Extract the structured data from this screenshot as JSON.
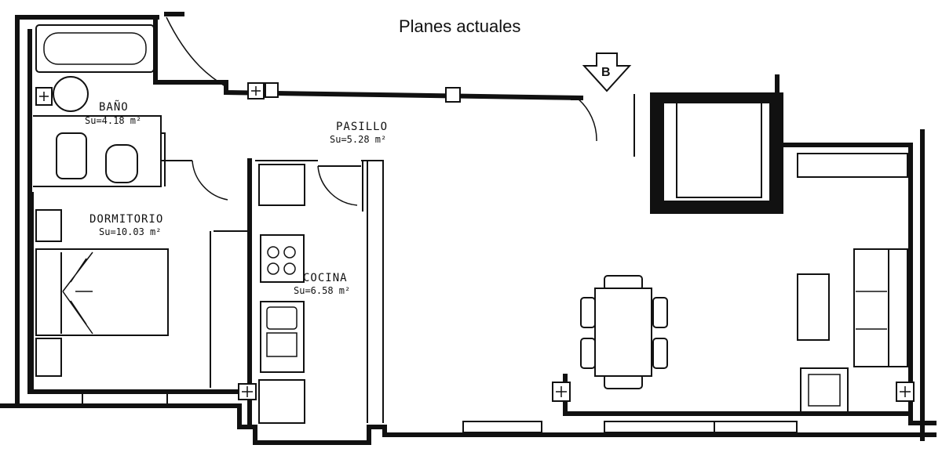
{
  "title": "Planes actuales",
  "compass_label": "B",
  "rooms": [
    {
      "name": "BAÑO",
      "area": "Su=4.18 m²"
    },
    {
      "name": "PASILLO",
      "area": "Su=5.28 m²"
    },
    {
      "name": "DORMITORIO",
      "area": "Su=10.03 m²"
    },
    {
      "name": "COCINA",
      "area": "Su=6.58 m²"
    }
  ]
}
